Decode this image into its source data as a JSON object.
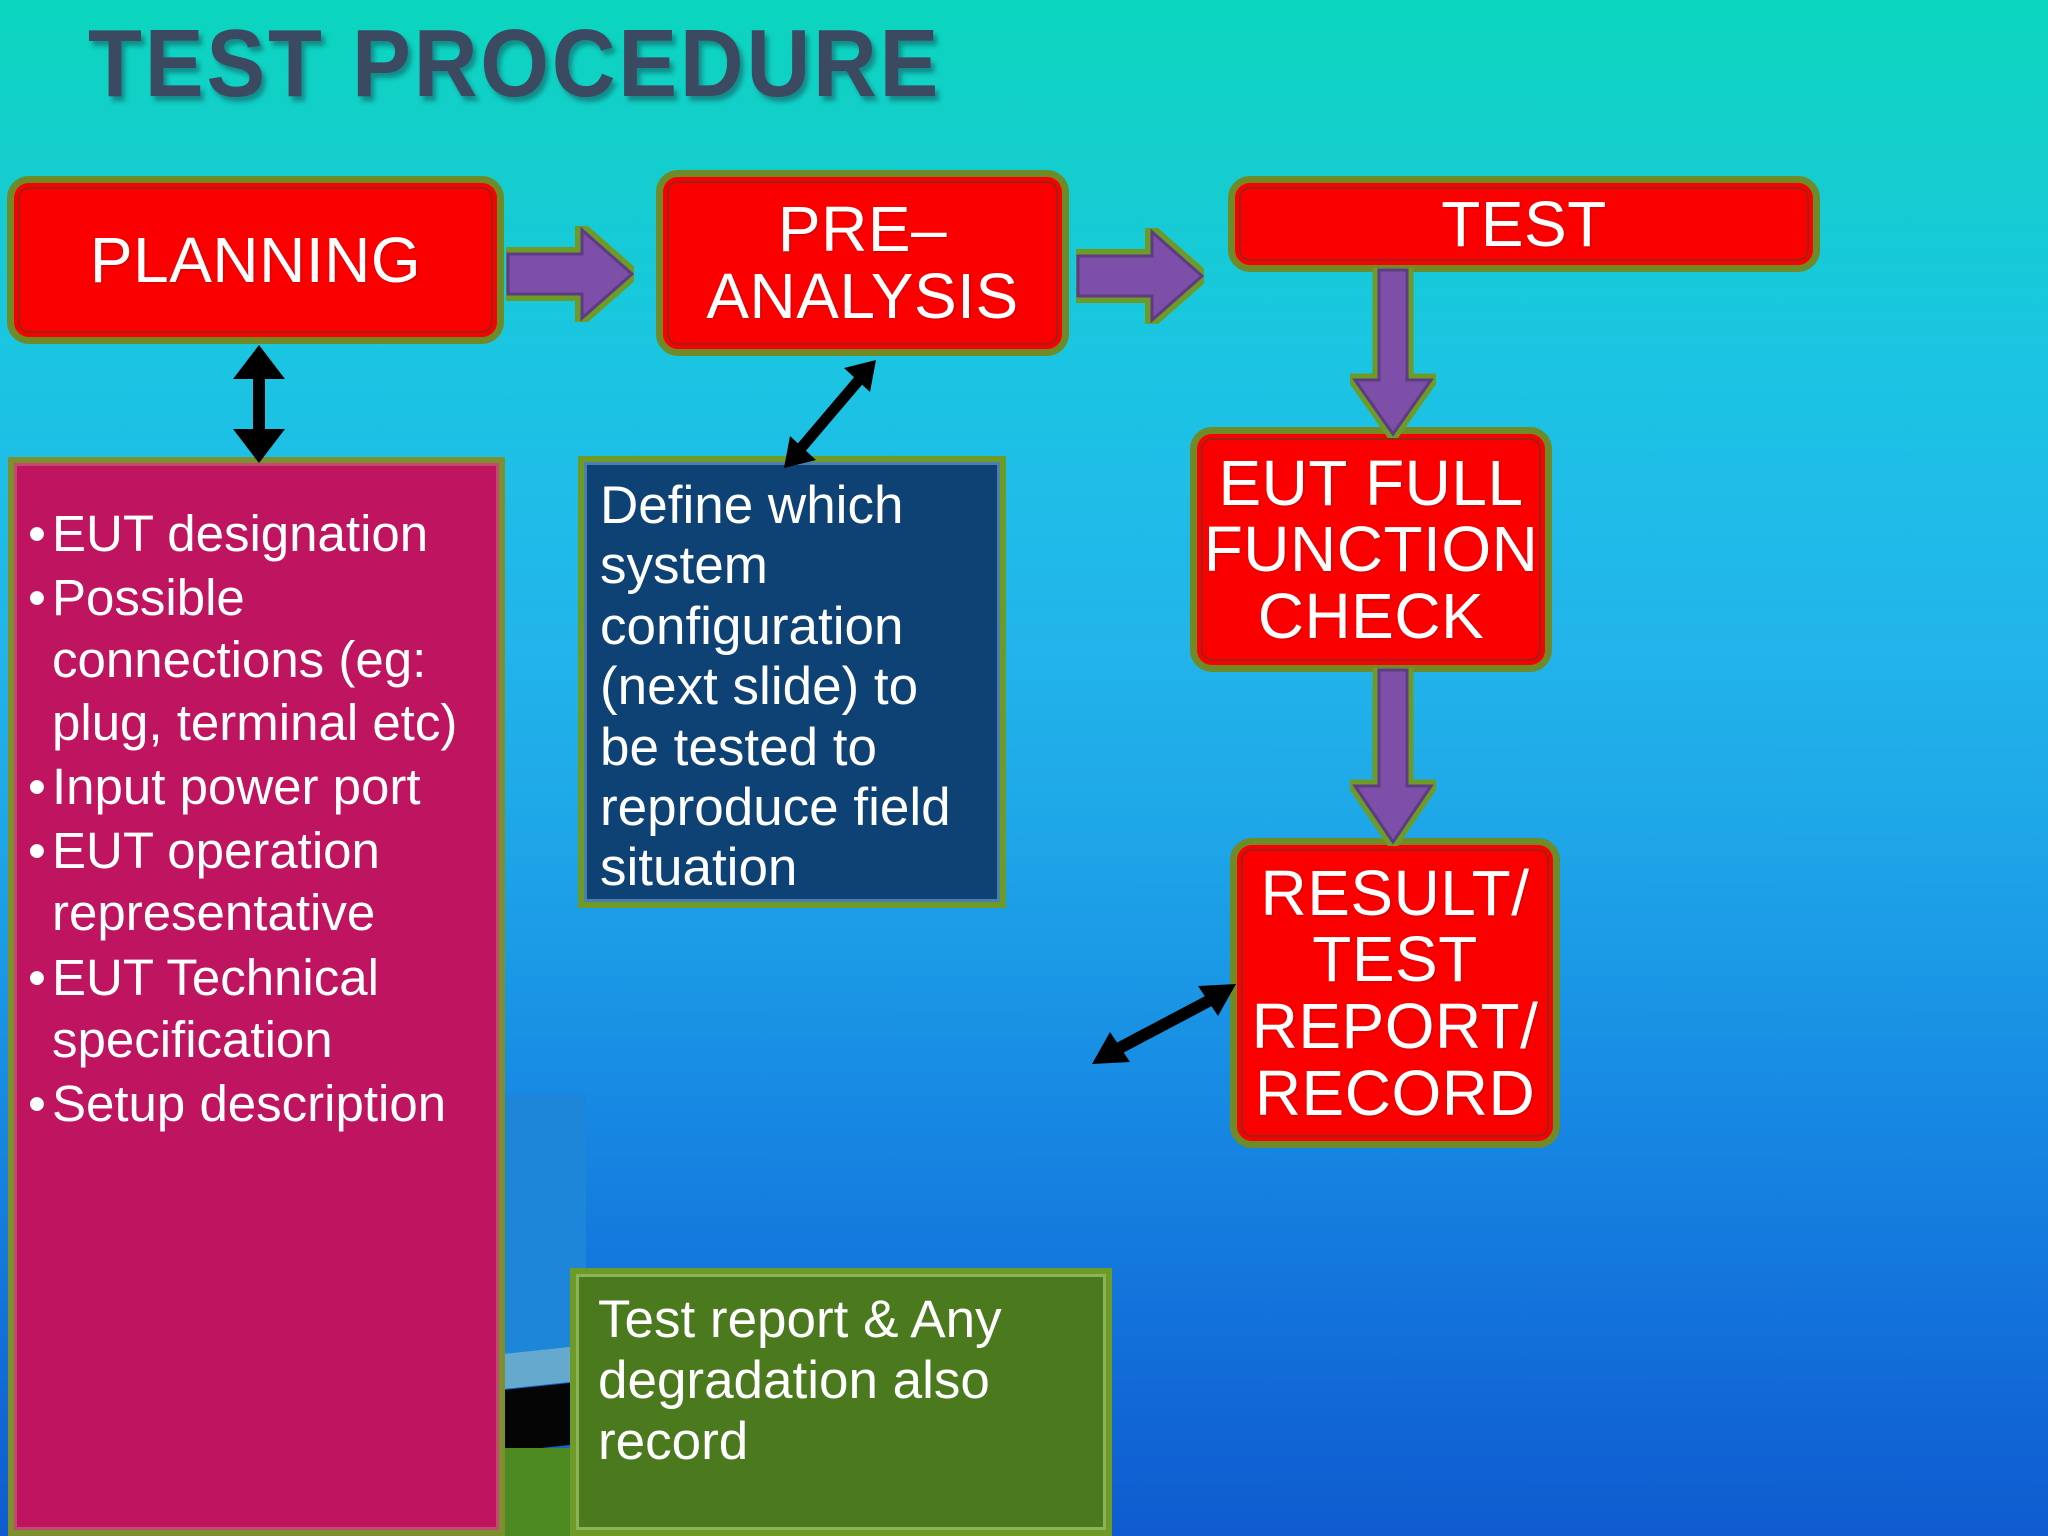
{
  "slide": {
    "title": "TEST PROCEDURE",
    "background_top_color": "#0ad6bd",
    "background_bottom_color": "#0f5cd0"
  },
  "flow": {
    "planning": {
      "label": "PLANNING",
      "fill": "#fb0000",
      "border": "#6e8b28"
    },
    "pre_analysis": {
      "label": "PRE–\nANALYSIS",
      "line1": "PRE–",
      "line2": "ANALYSIS",
      "fill": "#fb0000"
    },
    "test": {
      "label": "TEST",
      "fill": "#fb0000"
    },
    "eut_full_function_check": {
      "label": "EUT FULL FUNCTION CHECK",
      "line1": "EUT FULL",
      "line2": "FUNCTION",
      "line3": "CHECK",
      "fill": "#fb0000"
    },
    "result_test_report_record": {
      "label": "RESULT/ TEST REPORT/ RECORD",
      "line1": "RESULT/",
      "line2": "TEST",
      "line3": "REPORT/",
      "line4": "RECORD",
      "fill": "#fb0000"
    }
  },
  "panels": {
    "planning_details": {
      "fill": "#bf145f",
      "bullets": [
        "EUT designation",
        "Possible connections (eg: plug, terminal etc)",
        "Input power port",
        "EUT operation representative",
        "EUT Technical specification",
        "Setup description"
      ]
    },
    "pre_analysis_details": {
      "fill": "#0f4274",
      "text": "Define which system configuration (next slide) to be tested to reproduce field situation"
    },
    "test_report_details": {
      "fill": "#4b7a1e",
      "text": "Test report & Any degradation also record"
    }
  },
  "arrows": {
    "planning_to_pre_analysis": "block-arrow-right",
    "pre_analysis_to_test": "block-arrow-right",
    "test_to_eut_check": "block-arrow-down",
    "eut_check_to_result": "block-arrow-down",
    "planning_detail_link": "double-arrow-vertical",
    "pre_analysis_detail_link": "double-arrow-diagonal",
    "result_report_link": "double-arrow-diagonal",
    "block_arrow_fill": "#7d4fa8",
    "block_arrow_border": "#6e9a28",
    "double_arrow_color": "#000000"
  }
}
